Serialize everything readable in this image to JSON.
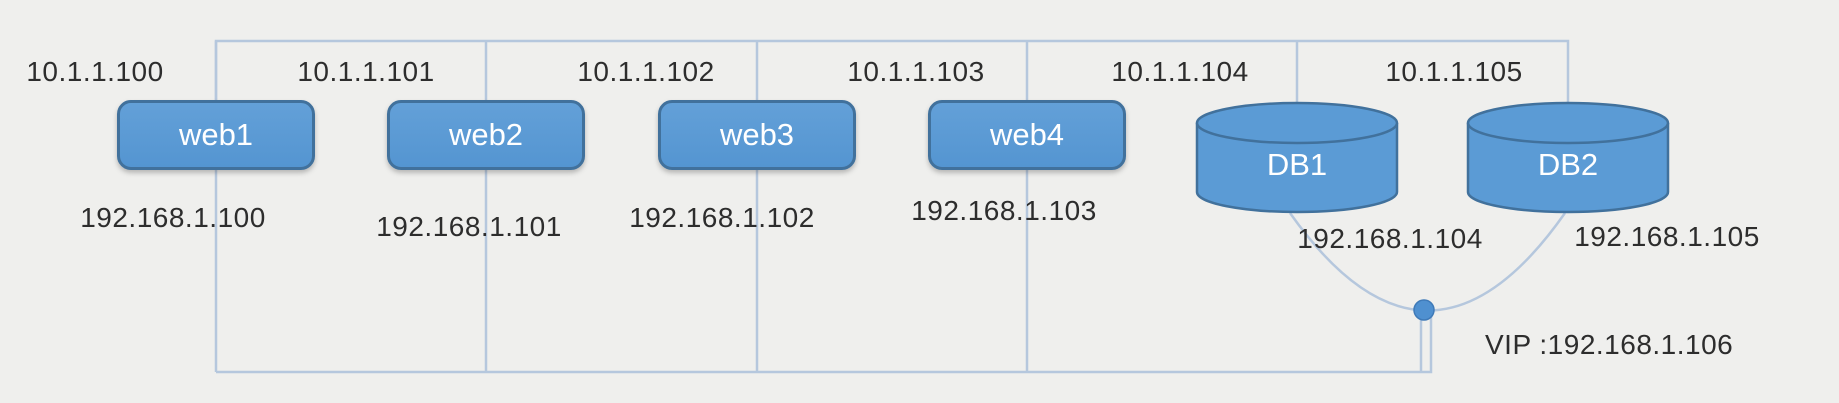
{
  "diagram": {
    "nodes": [
      {
        "id": "web1",
        "label": "web1",
        "type": "web-server",
        "wan_ip": "10.1.1.100",
        "lan_ip": "192.168.1.100"
      },
      {
        "id": "web2",
        "label": "web2",
        "type": "web-server",
        "wan_ip": "10.1.1.101",
        "lan_ip": "192.168.1.101"
      },
      {
        "id": "web3",
        "label": "web3",
        "type": "web-server",
        "wan_ip": "10.1.1.102",
        "lan_ip": "192.168.1.102"
      },
      {
        "id": "web4",
        "label": "web4",
        "type": "web-server",
        "wan_ip": "10.1.1.103",
        "lan_ip": "192.168.1.103"
      },
      {
        "id": "db1",
        "label": "DB1",
        "type": "database",
        "wan_ip": "10.1.1.104",
        "lan_ip": "192.168.1.104"
      },
      {
        "id": "db2",
        "label": "DB2",
        "type": "database",
        "wan_ip": "10.1.1.105",
        "lan_ip": "192.168.1.105"
      }
    ],
    "vip": {
      "label": "VIP :192.168.1.106",
      "ip": "192.168.1.106"
    },
    "colors": {
      "background": "#efefed",
      "node_fill": "#5b9bd5",
      "node_border": "#41719c",
      "connector": "#b5c7dd",
      "vip_dot": "#4f90d0",
      "text": "#2d2d2d"
    }
  }
}
